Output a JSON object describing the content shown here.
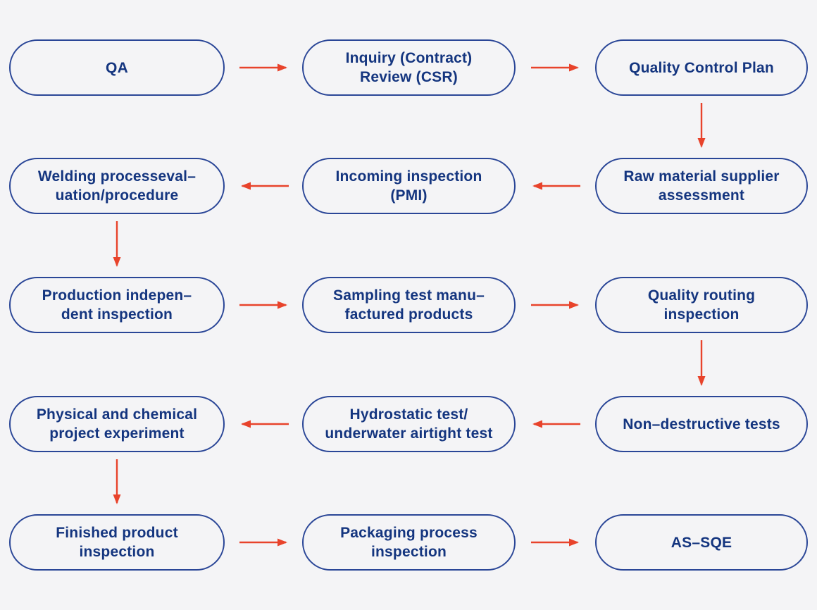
{
  "diagram": {
    "background_color": "#f4f4f6",
    "colors": {
      "node_border": "#2a4697",
      "node_text": "#14357f",
      "arrow": "#e8432b"
    },
    "nodes": [
      {
        "id": "qa",
        "label": "QA",
        "row": 1,
        "col": 1
      },
      {
        "id": "inquiry-contract-review",
        "label": "Inquiry (Contract)\nReview (CSR)",
        "row": 1,
        "col": 2
      },
      {
        "id": "quality-control-plan",
        "label": "Quality Control Plan",
        "row": 1,
        "col": 3
      },
      {
        "id": "welding-process-evaluation",
        "label": "Welding processeval–\nuation/procedure",
        "row": 2,
        "col": 1
      },
      {
        "id": "incoming-inspection-pmi",
        "label": "Incoming inspection\n(PMI)",
        "row": 2,
        "col": 2
      },
      {
        "id": "raw-material-supplier-assessment",
        "label": "Raw material supplier\nassessment",
        "row": 2,
        "col": 3
      },
      {
        "id": "production-independent-inspection",
        "label": "Production indepen–\ndent inspection",
        "row": 3,
        "col": 1
      },
      {
        "id": "sampling-test-manufactured-products",
        "label": "Sampling test manu–\nfactured products",
        "row": 3,
        "col": 2
      },
      {
        "id": "quality-routing-inspection",
        "label": "Quality routing\ninspection",
        "row": 3,
        "col": 3
      },
      {
        "id": "physical-chemical-project-experiment",
        "label": "Physical and chemical\nproject experiment",
        "row": 4,
        "col": 1
      },
      {
        "id": "hydrostatic-underwater-airtight-test",
        "label": "Hydrostatic test/\nunderwater airtight test",
        "row": 4,
        "col": 2
      },
      {
        "id": "non-destructive-tests",
        "label": "Non–destructive tests",
        "row": 4,
        "col": 3
      },
      {
        "id": "finished-product-inspection",
        "label": "Finished product\ninspection",
        "row": 5,
        "col": 1
      },
      {
        "id": "packaging-process-inspection",
        "label": "Packaging process\ninspection",
        "row": 5,
        "col": 2
      },
      {
        "id": "as-sqe",
        "label": "AS–SQE",
        "row": 5,
        "col": 3
      }
    ],
    "edges": [
      {
        "from": "qa",
        "to": "inquiry-contract-review",
        "direction": "right"
      },
      {
        "from": "inquiry-contract-review",
        "to": "quality-control-plan",
        "direction": "right"
      },
      {
        "from": "quality-control-plan",
        "to": "raw-material-supplier-assessment",
        "direction": "down"
      },
      {
        "from": "raw-material-supplier-assessment",
        "to": "incoming-inspection-pmi",
        "direction": "left"
      },
      {
        "from": "incoming-inspection-pmi",
        "to": "welding-process-evaluation",
        "direction": "left"
      },
      {
        "from": "welding-process-evaluation",
        "to": "production-independent-inspection",
        "direction": "down"
      },
      {
        "from": "production-independent-inspection",
        "to": "sampling-test-manufactured-products",
        "direction": "right"
      },
      {
        "from": "sampling-test-manufactured-products",
        "to": "quality-routing-inspection",
        "direction": "right"
      },
      {
        "from": "quality-routing-inspection",
        "to": "non-destructive-tests",
        "direction": "down"
      },
      {
        "from": "non-destructive-tests",
        "to": "hydrostatic-underwater-airtight-test",
        "direction": "left"
      },
      {
        "from": "hydrostatic-underwater-airtight-test",
        "to": "physical-chemical-project-experiment",
        "direction": "left"
      },
      {
        "from": "physical-chemical-project-experiment",
        "to": "finished-product-inspection",
        "direction": "down"
      },
      {
        "from": "finished-product-inspection",
        "to": "packaging-process-inspection",
        "direction": "right"
      },
      {
        "from": "packaging-process-inspection",
        "to": "as-sqe",
        "direction": "right"
      }
    ]
  }
}
